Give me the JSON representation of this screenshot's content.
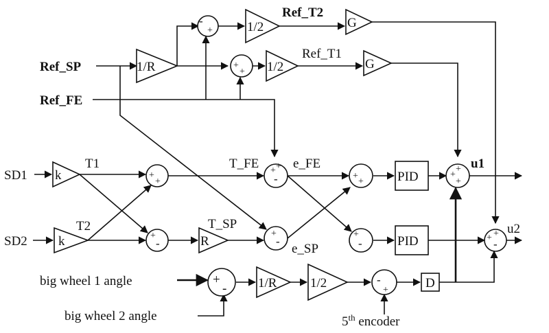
{
  "inputs": {
    "ref_sp": "Ref_SP",
    "ref_fe": "Ref_FE",
    "sd1": "SD1",
    "sd2": "SD2",
    "big_wheel_1": "big wheel 1 angle",
    "big_wheel_2": "big wheel 2 angle",
    "fifth_encoder_base": "5",
    "fifth_encoder_sup": "th",
    "fifth_encoder_rest": " encoder"
  },
  "signals": {
    "ref_t2": "Ref_T2",
    "ref_t1": "Ref_T1",
    "t1": "T1",
    "t2": "T2",
    "t_fe": "T_FE",
    "e_fe": "e_FE",
    "t_sp": "T_SP",
    "e_sp": "e_SP"
  },
  "outputs": {
    "u1": "u1",
    "u2": "u2"
  },
  "blocks": {
    "gain_1_over_r": "1/R",
    "half": "1/2",
    "g": "G",
    "k": "k",
    "r": "R",
    "pid": "PID",
    "d": "D"
  },
  "signs": {
    "plus": "+",
    "minus": "-"
  }
}
